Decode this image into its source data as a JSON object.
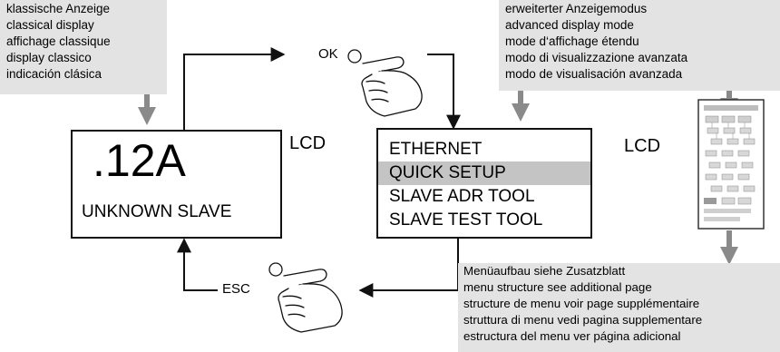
{
  "classic_note": {
    "lines": [
      "klassische Anzeige",
      "classical display",
      "affichage classique",
      "display classico",
      "indicación clásica"
    ]
  },
  "advanced_note": {
    "lines": [
      "erweiterter Anzeigemodus",
      "advanced display mode",
      "mode d‘affichage étendu",
      "modo di visualizzazione avanzata",
      "modo de visualisación avanzada"
    ]
  },
  "menu_note": {
    "lines": [
      "Menüaufbau siehe Zusatzblatt",
      "menu structure see additional page",
      "structure de menu voir page supplémentaire",
      "struttura di menu vedi pagina supplementare",
      "estructura del menu ver página adicional"
    ]
  },
  "classic_lcd": {
    "value": ".12A",
    "status": "UNKNOWN SLAVE",
    "tag": "LCD"
  },
  "menu_lcd": {
    "items": [
      {
        "label": "ETHERNET",
        "selected": false
      },
      {
        "label": "QUICK SETUP",
        "selected": true
      },
      {
        "label": "SLAVE ADR TOOL",
        "selected": false
      },
      {
        "label": "SLAVE TEST TOOL",
        "selected": false
      }
    ],
    "tag": "LCD"
  },
  "buttons": {
    "ok_label": "OK",
    "esc_label": "ESC"
  },
  "colors": {
    "note_background": "#e3e3e3",
    "selection_background": "#c4c4c4",
    "arrow_gray": "#8a8a8a",
    "line": "#111111"
  },
  "icons": [
    "finger-press-ok-icon",
    "finger-press-esc-icon",
    "menu-structure-page-thumbnail"
  ]
}
